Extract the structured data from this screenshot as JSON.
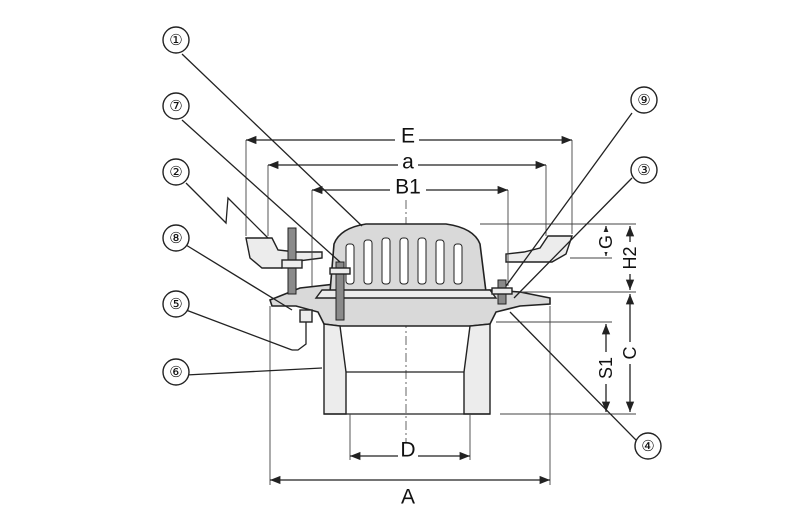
{
  "parts": {
    "p1": "①",
    "p2": "②",
    "p3": "③",
    "p4": "④",
    "p5": "⑤",
    "p6": "⑥",
    "p7": "⑦",
    "p8": "⑧",
    "p9": "⑨"
  },
  "dimensions": {
    "E": "E",
    "a": "a",
    "B1": "B1",
    "D": "D",
    "A": "A",
    "G": "G",
    "H2": "H2",
    "S1": "S1",
    "C": "C"
  }
}
